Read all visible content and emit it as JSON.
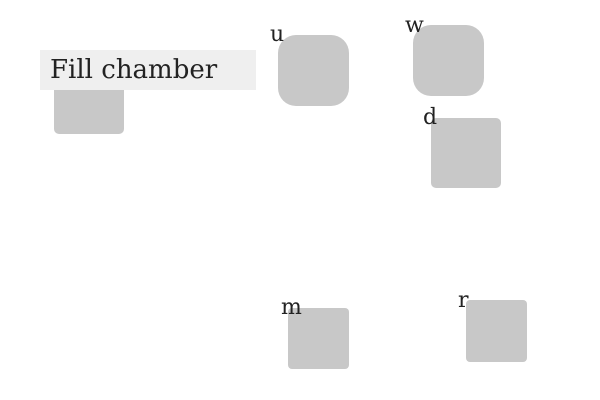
{
  "tooltip": {
    "text": "Fill chamber"
  },
  "tiles": [
    {
      "id": "fill",
      "label": ""
    },
    {
      "id": "u",
      "label": "u"
    },
    {
      "id": "w",
      "label": "w"
    },
    {
      "id": "d",
      "label": "d"
    },
    {
      "id": "m",
      "label": "m"
    },
    {
      "id": "r",
      "label": "r"
    }
  ],
  "colors": {
    "tile": "#c8c8c8",
    "tooltip_bg": "#efefef",
    "text": "#222222",
    "background": "#ffffff"
  }
}
